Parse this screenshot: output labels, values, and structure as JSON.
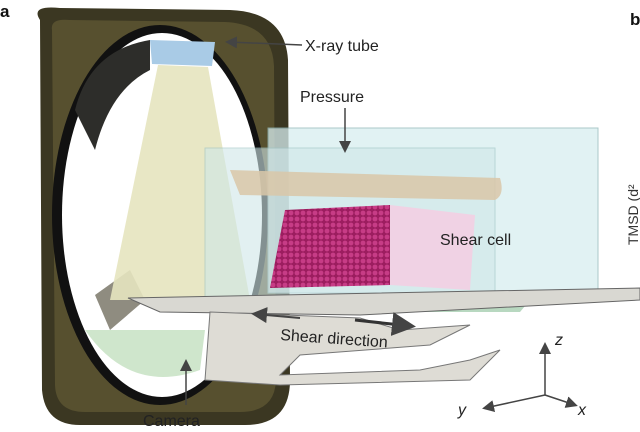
{
  "panels": {
    "a": "a",
    "b": "b"
  },
  "labels": {
    "xray_tube": "X-ray tube",
    "pressure": "Pressure",
    "shear_cell": "Shear cell",
    "shear_direction": "Shear direction",
    "camera": "Camera"
  },
  "axes": {
    "x": "x",
    "y": "y",
    "z": "z"
  },
  "cropped_axis_label": "TMSD (d²",
  "colors": {
    "gantry": "#3b3722",
    "xray_tube": "#a9cbe6",
    "beam": "#e6e4bf",
    "detector": "#cfe6cc",
    "glass": "#d8eef0",
    "particles": "#b0266e",
    "plate": "#d9d8d2"
  }
}
